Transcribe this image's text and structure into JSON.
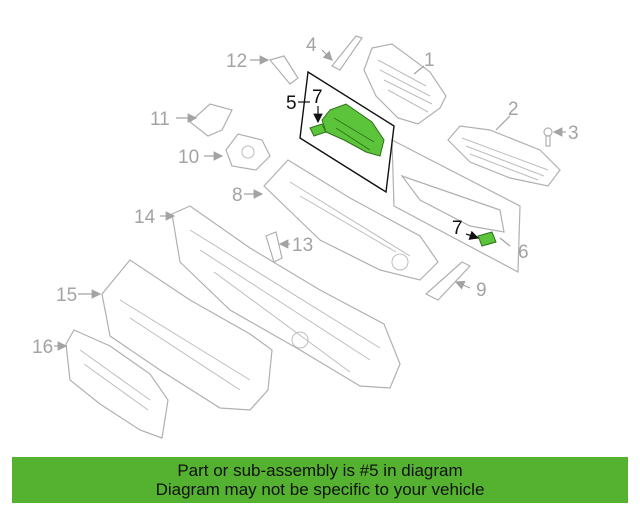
{
  "diagram": {
    "highlight_color": "#5cc43a",
    "callouts": {
      "c1": "1",
      "c2": "2",
      "c3": "3",
      "c4": "4",
      "c5": "5",
      "c6": "6",
      "c7a": "7",
      "c7b": "7",
      "c8": "8",
      "c9": "9",
      "c10": "10",
      "c11": "11",
      "c12": "12",
      "c13": "13",
      "c14": "14",
      "c15": "15",
      "c16": "16"
    }
  },
  "banner": {
    "line1": "Part or sub-assembly is #5 in diagram",
    "line2": "Diagram may not be specific to your vehicle",
    "background": "#54b230"
  }
}
